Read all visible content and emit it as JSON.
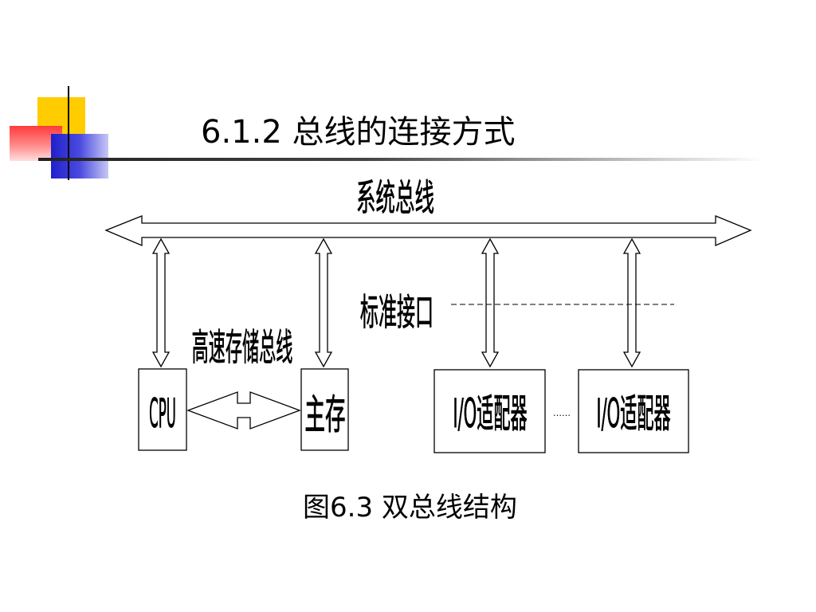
{
  "slide": {
    "title": "6.1.2 总线的连接方式",
    "caption": "图6.3  双总线结构"
  },
  "diagram": {
    "system_bus_label": "系统总线",
    "high_speed_bus_label": "高速存储总线",
    "standard_interface_label": "标准接口",
    "boxes": {
      "cpu": "CPU",
      "main_memory": "主存",
      "io_adapter_1": "I/O适配器",
      "io_adapter_2": "I/O适配器"
    },
    "ellipsis": "……"
  }
}
